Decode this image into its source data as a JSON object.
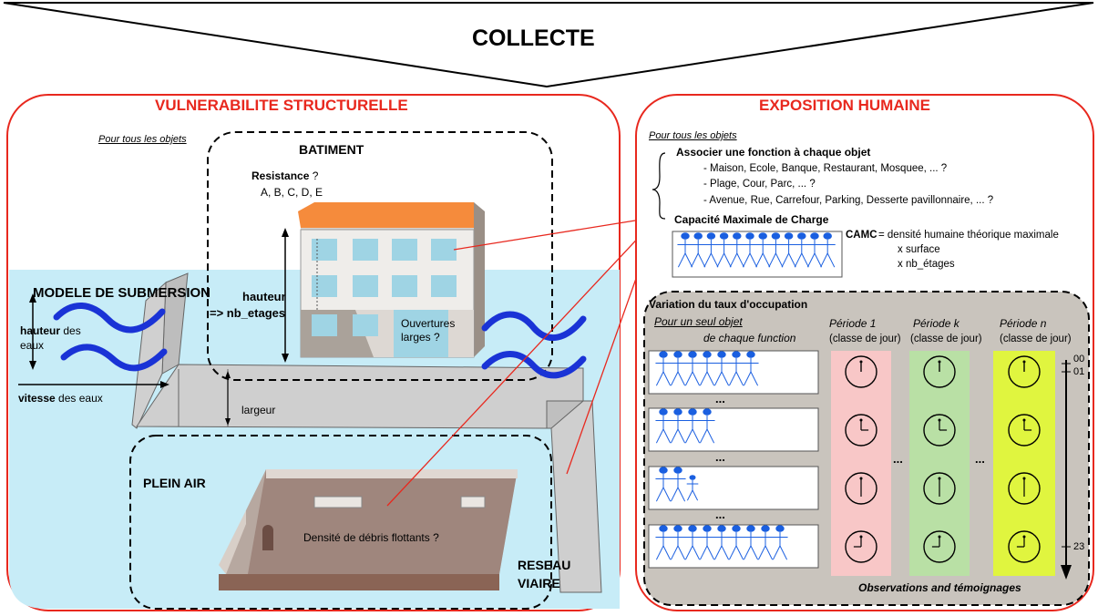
{
  "header": {
    "title": "COLLECTE"
  },
  "left": {
    "title": "VULNERABILITE STRUCTURELLE",
    "pour_tous": "Pour tous les objets",
    "batiment": {
      "title": "BATIMENT",
      "resistance_bold": "Resistance",
      "resistance_q": "?",
      "resistance_classes": "A, B, C, D, E",
      "hauteur": "hauteur",
      "nb_etages": "=> nb_etages",
      "ouvertures_1": "Ouvertures",
      "ouvertures_2": "larges ?"
    },
    "submersion": {
      "title": "MODELE DE SUBMERSION",
      "hauteur_bold": "hauteur",
      "hauteur_rest": "des",
      "eaux": "eaux",
      "vitesse_bold": "vitesse",
      "vitesse_rest": "des eaux",
      "largeur": "largeur"
    },
    "plein_air": {
      "title": "PLEIN AIR",
      "debris": "Densité de débris flottants ?"
    },
    "reseau": {
      "line1": "RESEAU",
      "line2": "VIAIRE"
    }
  },
  "right": {
    "title": "EXPOSITION HUMAINE",
    "pour_tous": "Pour tous les objets",
    "associer": "Associer une fonction à chaque objet",
    "items": [
      "- Maison, Ecole, Banque, Restaurant, Mosquee, ... ?",
      "- Plage, Cour, Parc, ... ?",
      "- Avenue, Rue, Carrefour, Parking, Desserte pavillonnaire, ... ?"
    ],
    "capacite": "Capacité Maximale de Charge",
    "camc_label": "CAMC",
    "camc_formula": [
      "= densité humaine théorique maximale",
      "x surface",
      "x nb_étages"
    ],
    "variation": {
      "title": "Variation du taux d'occupation",
      "seul_objet": "Pour un seul objet",
      "chaque_fonction": "de chaque function",
      "periodes": [
        {
          "name": "Période 1",
          "classe": "(classe de jour)",
          "color": "#f8c7c7"
        },
        {
          "name": "Période k",
          "classe": "(classe de jour)",
          "color": "#b9e0a5"
        },
        {
          "name": "Période n",
          "classe": "(classe de jour)",
          "color": "#e0f53f"
        }
      ],
      "ellipsis": [
        "...",
        "...",
        "..."
      ],
      "hours": {
        "h00": "00",
        "h01": "01",
        "h23": "23"
      },
      "observations": "Observations and témoignages"
    }
  },
  "colors": {
    "frame_red": "#e8281e",
    "water": "#c7ecf7",
    "roof": "#f58b3c",
    "window": "#9fd4e4",
    "panel_grey": "#c9c4bd",
    "wave_blue": "#1a33d6",
    "person_blue": "#1a5fe0"
  }
}
